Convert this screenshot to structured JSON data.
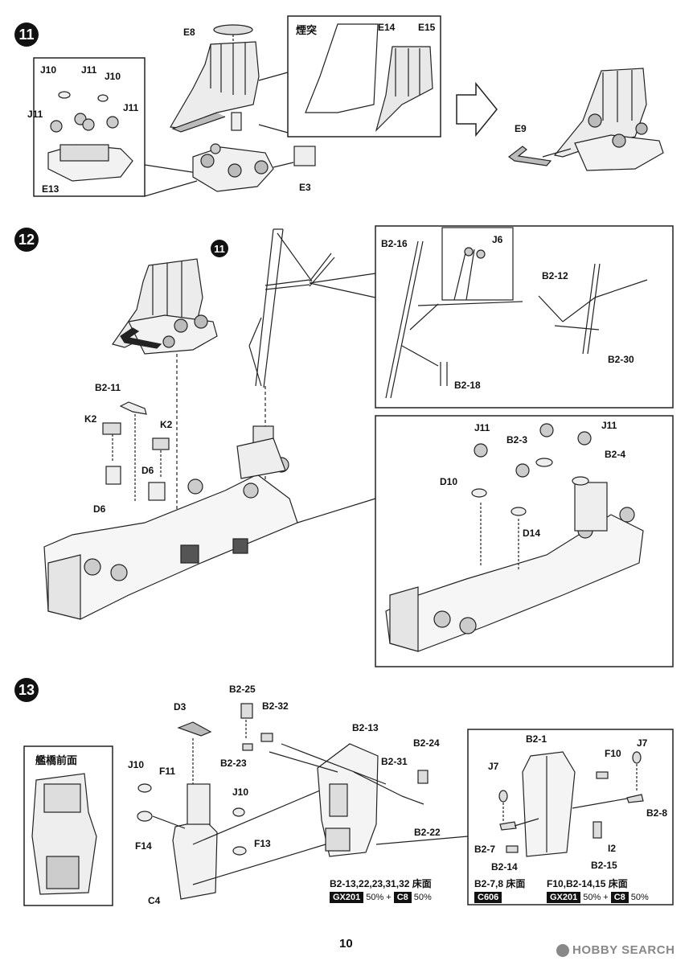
{
  "steps": {
    "s11": "11",
    "s12": "12",
    "s13": "13"
  },
  "step11": {
    "labels": {
      "e8": "E8",
      "e14": "E14",
      "e15": "E15",
      "chimney": "煙突",
      "e9": "E9",
      "e3": "E3",
      "e13": "E13",
      "j10a": "J10",
      "j11a": "J11",
      "j10b": "J10",
      "j11b": "J11",
      "j11c": "J11"
    }
  },
  "step12": {
    "ref11": "11",
    "labels": {
      "b2_11": "B2-11",
      "k2a": "K2",
      "k2b": "K2",
      "d6a": "D6",
      "d6b": "D6",
      "b2_16": "B2-16",
      "j6": "J6",
      "b2_12": "B2-12",
      "b2_30": "B2-30",
      "b2_18": "B2-18",
      "j11a": "J11",
      "j11b": "J11",
      "b2_3": "B2-3",
      "b2_4": "B2-4",
      "d10": "D10",
      "d14": "D14"
    }
  },
  "step13": {
    "bridge_front": "艦橋前面",
    "labels": {
      "b2_25": "B2-25",
      "d3": "D3",
      "b2_32": "B2-32",
      "b2_13": "B2-13",
      "b2_24": "B2-24",
      "b2_23": "B2-23",
      "b2_31": "B2-31",
      "j10a": "J10",
      "f11": "F11",
      "j10b": "J10",
      "f14": "F14",
      "f13": "F13",
      "c4": "C4",
      "b2_22": "B2-22",
      "b2_1": "B2-1",
      "j7a": "J7",
      "f10": "F10",
      "j7b": "J7",
      "b2_8": "B2-8",
      "b2_7": "B2-7",
      "i2": "I2",
      "b2_14": "B2-14",
      "b2_15": "B2-15"
    },
    "paint": {
      "deck1": {
        "parts": "B2-13,22,23,31,32 床面",
        "c1": "GX201",
        "p1": "50%",
        "plus": "+",
        "c2": "C8",
        "p2": "50%"
      },
      "deck2": {
        "parts": "B2-7,8 床面",
        "c1": "C606"
      },
      "deck3": {
        "parts": "F10,B2-14,15 床面",
        "c1": "GX201",
        "p1": "50%",
        "plus": "+",
        "c2": "C8",
        "p2": "50%"
      }
    }
  },
  "footer": {
    "page": "10",
    "watermark": "HOBBY SEARCH"
  }
}
